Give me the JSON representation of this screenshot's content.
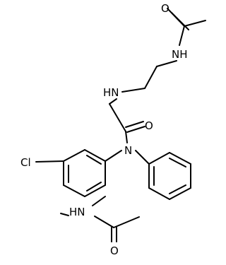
{
  "molecule": {
    "atoms": {
      "acetyl_oxygen": "O",
      "amide_nh": "NH",
      "amine_nh": "HN",
      "ketone_oxygen": "O",
      "ring_nitrogen": "N",
      "chlorine": "Cl",
      "lactam_nh": "HN",
      "lactam_oxygen": "O"
    },
    "colors": {
      "bond": "#000000",
      "atom_label": "#000000",
      "background": "#ffffff"
    }
  }
}
